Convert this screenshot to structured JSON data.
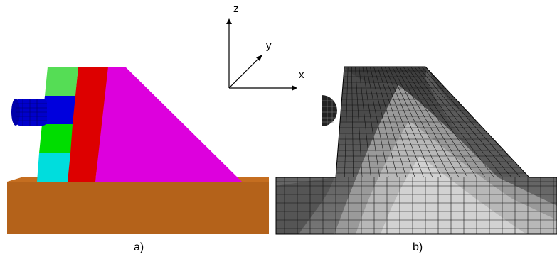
{
  "panels": {
    "a": {
      "caption": "a)"
    },
    "b": {
      "caption": "b)"
    }
  },
  "axes": {
    "z": "z",
    "y": "y",
    "x": "x"
  },
  "colors": {
    "base": "#b4621a",
    "base_top": "#c56e20",
    "block_green_light": "#55dd55",
    "block_blue": "#0000dd",
    "block_green": "#00dd00",
    "block_cyan": "#00dddd",
    "red_layer": "#dd0000",
    "magenta_body": "#dd00dd",
    "loading_plate": "#0000cc",
    "mesh_line": "#111111"
  }
}
